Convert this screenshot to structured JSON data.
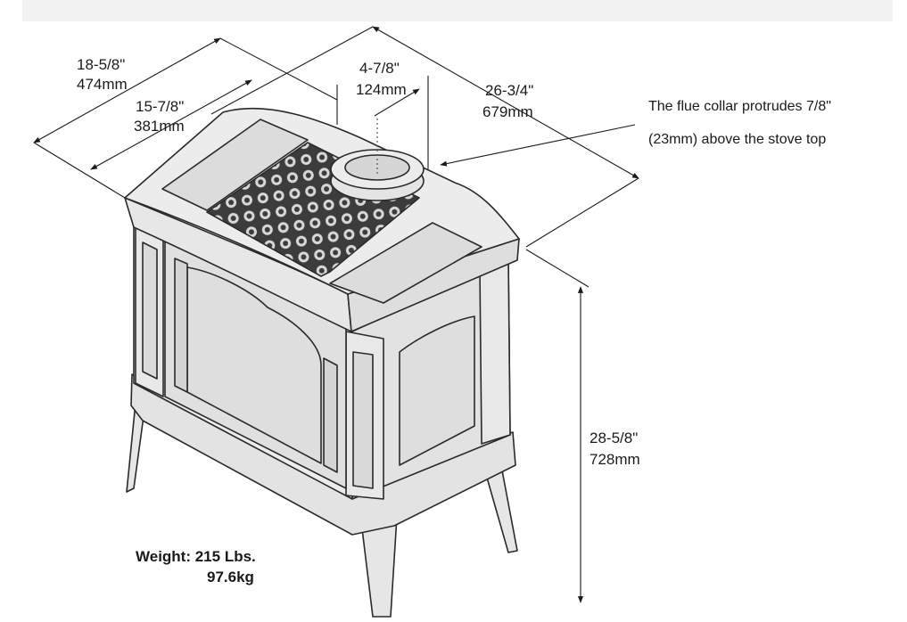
{
  "dimensions": {
    "side_depth_in": "18-5/8\"",
    "side_depth_mm": "474mm",
    "inner_depth_in": "15-7/8\"",
    "inner_depth_mm": "381mm",
    "flue_offset_in": "4-7/8\"",
    "flue_offset_mm": "124mm",
    "width_in": "26-3/4\"",
    "width_mm": "679mm",
    "height_in": "28-5/8\"",
    "height_mm": "728mm"
  },
  "note": {
    "line1": "The flue collar protrudes 7/8\"",
    "line2": "(23mm) above the stove top"
  },
  "weight": {
    "line1": "Weight: 215 Lbs.",
    "line2": "97.6kg"
  },
  "colors": {
    "stroke": "#2a2a2a",
    "body_fill": "#e9e9e9",
    "panel_fill": "#dcdcdc",
    "grate_fill": "#4a4a4a"
  }
}
